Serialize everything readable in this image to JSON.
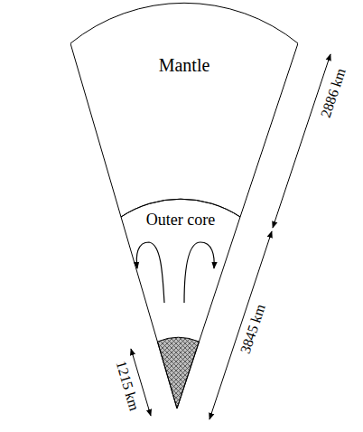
{
  "diagram": {
    "nodes": [
      {
        "text": [
          "Mantle"
        ]
      },
      {
        "text": [
          "Outer core"
        ]
      }
    ],
    "labels": [
      "2886 km",
      "3845 km",
      "1215 km"
    ]
  }
}
